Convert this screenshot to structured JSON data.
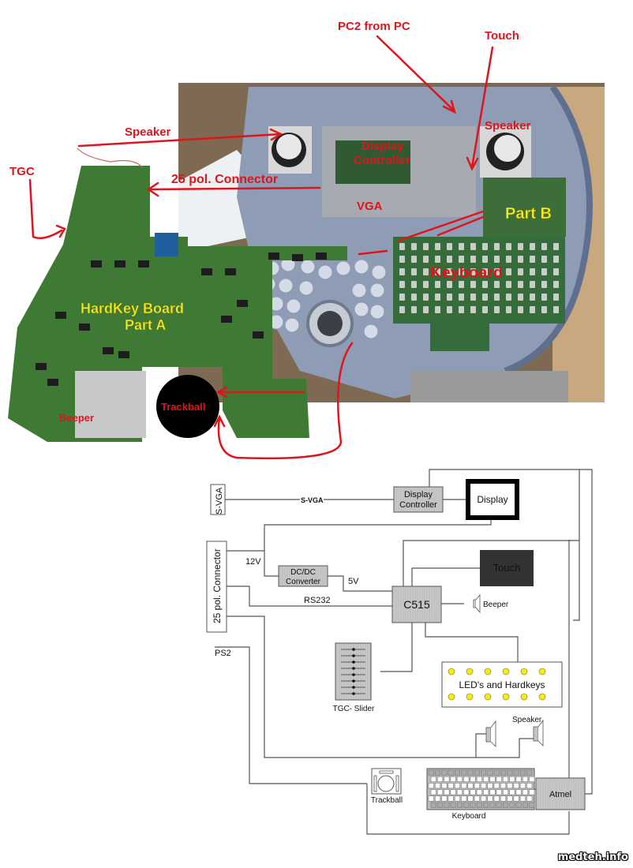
{
  "photo": {
    "annotations": {
      "pc2": "PC2 from PC",
      "touch": "Touch",
      "speaker_left": "Speaker",
      "speaker_right": "Speaker",
      "tgc": "TGC",
      "connector": "25 pol. Connector",
      "display_controller_1": "Display",
      "display_controller_2": "Controller",
      "vga": "VGA",
      "part_b": "Part B",
      "keyboard": "Keyboard",
      "hardkey_1": "HardKey Board",
      "hardkey_2": "Part A",
      "trackball": "Trackball",
      "beeper": "Beeper"
    }
  },
  "diagram": {
    "svga_port": "S-VGA",
    "svga_line": "S-VGA",
    "display_controller_1": "Display",
    "display_controller_2": "Controller",
    "display": "Display",
    "connector": "25 pol. Connector",
    "v12": "12V",
    "dcdc_1": "DC/DC",
    "dcdc_2": "Converter",
    "v5": "5V",
    "rs232": "RS232",
    "c515": "C515",
    "touch": "Touch",
    "beeper": "Beeper",
    "ps2": "PS2",
    "tgc_slider": "TGC- Slider",
    "leds": "LED's and Hardkeys",
    "speaker": "Speaker",
    "trackball": "Trackball",
    "keyboard": "Keyboard",
    "atmel": "Atmel",
    "colors": {
      "led": "#f5f000",
      "touch_box": "#333333",
      "block": "#c8c8c8",
      "annotation": "#e0141b"
    }
  },
  "watermark": "medteh.info"
}
